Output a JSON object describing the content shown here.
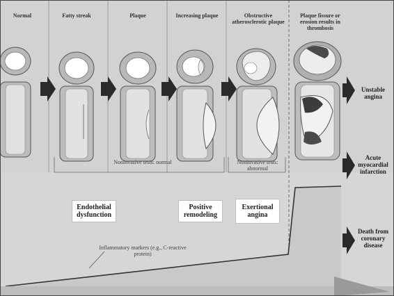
{
  "stages": [
    {
      "label": "Normal"
    },
    {
      "label": "Fatty streak"
    },
    {
      "label": "Plaque"
    },
    {
      "label": "Increasing plaque"
    },
    {
      "label": "Obstructive atherosclerotic plaque"
    },
    {
      "label": "Plaque fissure or erosion results in thrombosis"
    }
  ],
  "tests": {
    "normal": "Noninvasive tests: normal",
    "abnormal": "Noninvasive tests: abnormal"
  },
  "boxes": {
    "endothelial": "Endothelial dysfunction",
    "remodeling": "Positive remodeling",
    "angina": "Exertional angina"
  },
  "outcomes": {
    "unstable": "Unstable angina",
    "infarction": "Acute myocardial infarction",
    "death": "Death from coronary disease"
  },
  "inflammatory": "Inflammatory markers (e.g., C-reactive protein)",
  "colors": {
    "background": "#d6d6d6",
    "panel": "#cfcfcf",
    "vessel": "#bdbdbd",
    "plaque": "#f2f2f2",
    "thrombus": "#4a4a4a",
    "arrow": "#2a2a2a",
    "box": "#ffffff"
  },
  "icons": [
    "arrow-right-icon"
  ]
}
